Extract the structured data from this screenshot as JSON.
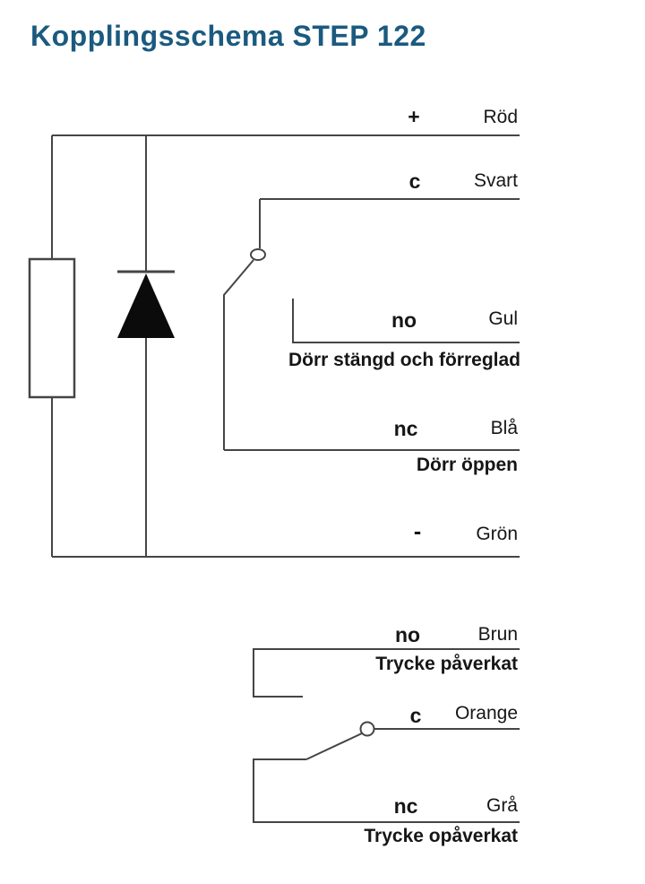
{
  "title": "Kopplingsschema STEP 122",
  "palette": {
    "title_color": "#1B5A7E",
    "line_color": "#454545",
    "text_color": "#161616"
  },
  "upper": {
    "rows": [
      {
        "terminal": "+",
        "wire": "Röd"
      },
      {
        "terminal": "c",
        "wire": "Svart"
      },
      {
        "terminal": "no",
        "wire": "Gul",
        "caption": "Dörr stängd och förreglad"
      },
      {
        "terminal": "nc",
        "wire": "Blå",
        "caption": "Dörr öppen"
      },
      {
        "terminal": "-",
        "wire": "Grön"
      }
    ]
  },
  "lower": {
    "rows": [
      {
        "terminal": "no",
        "wire": "Brun",
        "caption": "Trycke påverkat"
      },
      {
        "terminal": "c",
        "wire": "Orange"
      },
      {
        "terminal": "nc",
        "wire": "Grå",
        "caption": "Trycke opåverkat"
      }
    ]
  }
}
